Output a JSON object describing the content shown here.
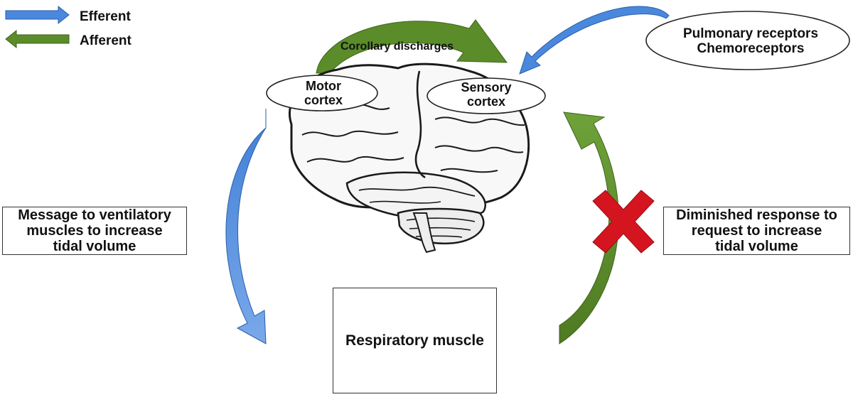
{
  "legend": {
    "efferent_label": "Efferent",
    "afferent_label": "Afferent"
  },
  "colors": {
    "efferent": "#3f7fd6",
    "afferent": "#5b8c2a",
    "cross": "#d4151f"
  },
  "labels": {
    "corollary_discharges": "Corollary discharges",
    "motor_cortex": [
      "Motor",
      "cortex"
    ],
    "sensory_cortex": [
      "Sensory",
      "cortex"
    ],
    "receptors": [
      "Pulmonary receptors",
      "Chemoreceptors"
    ]
  },
  "boxes": {
    "left": [
      "Message to ventilatory",
      "muscles to increase",
      "tidal volume"
    ],
    "right": [
      "Diminished response to",
      "request to increase",
      "tidal volume"
    ],
    "muscle": "Respiratory muscle"
  },
  "icons": [
    "brain-icon",
    "cross-icon",
    "arrow-icon"
  ]
}
